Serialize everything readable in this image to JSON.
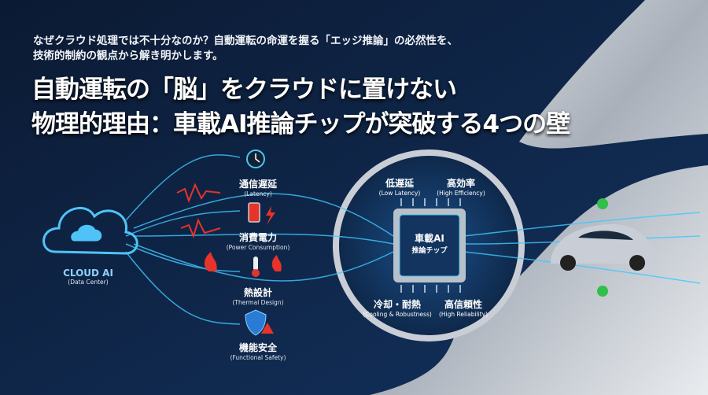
{
  "header": {
    "subtitle_lines": [
      "なぜクラウド処理では不十分なのか？自動運転の命運を握る「エッジ推論」の必然性を、",
      "技術的制約の観点から解き明かします。"
    ],
    "title_lines": [
      "自動運転の「脳」をクラウドに置けない",
      "物理的理由：車載AI推論チップが突破する4つの壁"
    ]
  },
  "cloud": {
    "label": "CLOUD AI",
    "sublabel": "(Data Center)",
    "icon": "cloud-icon"
  },
  "walls": [
    {
      "ja": "通信遅延",
      "en": "(Latency)",
      "icon": "clock-icon"
    },
    {
      "ja": "消費電力",
      "en": "(Power Consumption)",
      "icon": "battery-icon"
    },
    {
      "ja": "熱設計",
      "en": "(Thermal Design)",
      "icon": "thermometer-icon"
    },
    {
      "ja": "機能安全",
      "en": "(Functional Safety)",
      "icon": "shield-warning-icon"
    }
  ],
  "chip": {
    "line1": "車載AI",
    "line2": "推論チップ",
    "icon": "chip-icon"
  },
  "benefits": [
    {
      "ja": "低遅延",
      "en": "(Low Latency)"
    },
    {
      "ja": "高効率",
      "en": "(High Efficiency)"
    },
    {
      "ja": "冷却・耐熱",
      "en": "(Cooling & Robustness)"
    },
    {
      "ja": "高信頼性",
      "en": "(High Reliability)"
    }
  ],
  "colors": {
    "background": "#0d1f3c",
    "accent": "#3fc8ff",
    "warning": "#e8332a",
    "check": "#2fbf4a",
    "silver": "#d9dde3"
  }
}
